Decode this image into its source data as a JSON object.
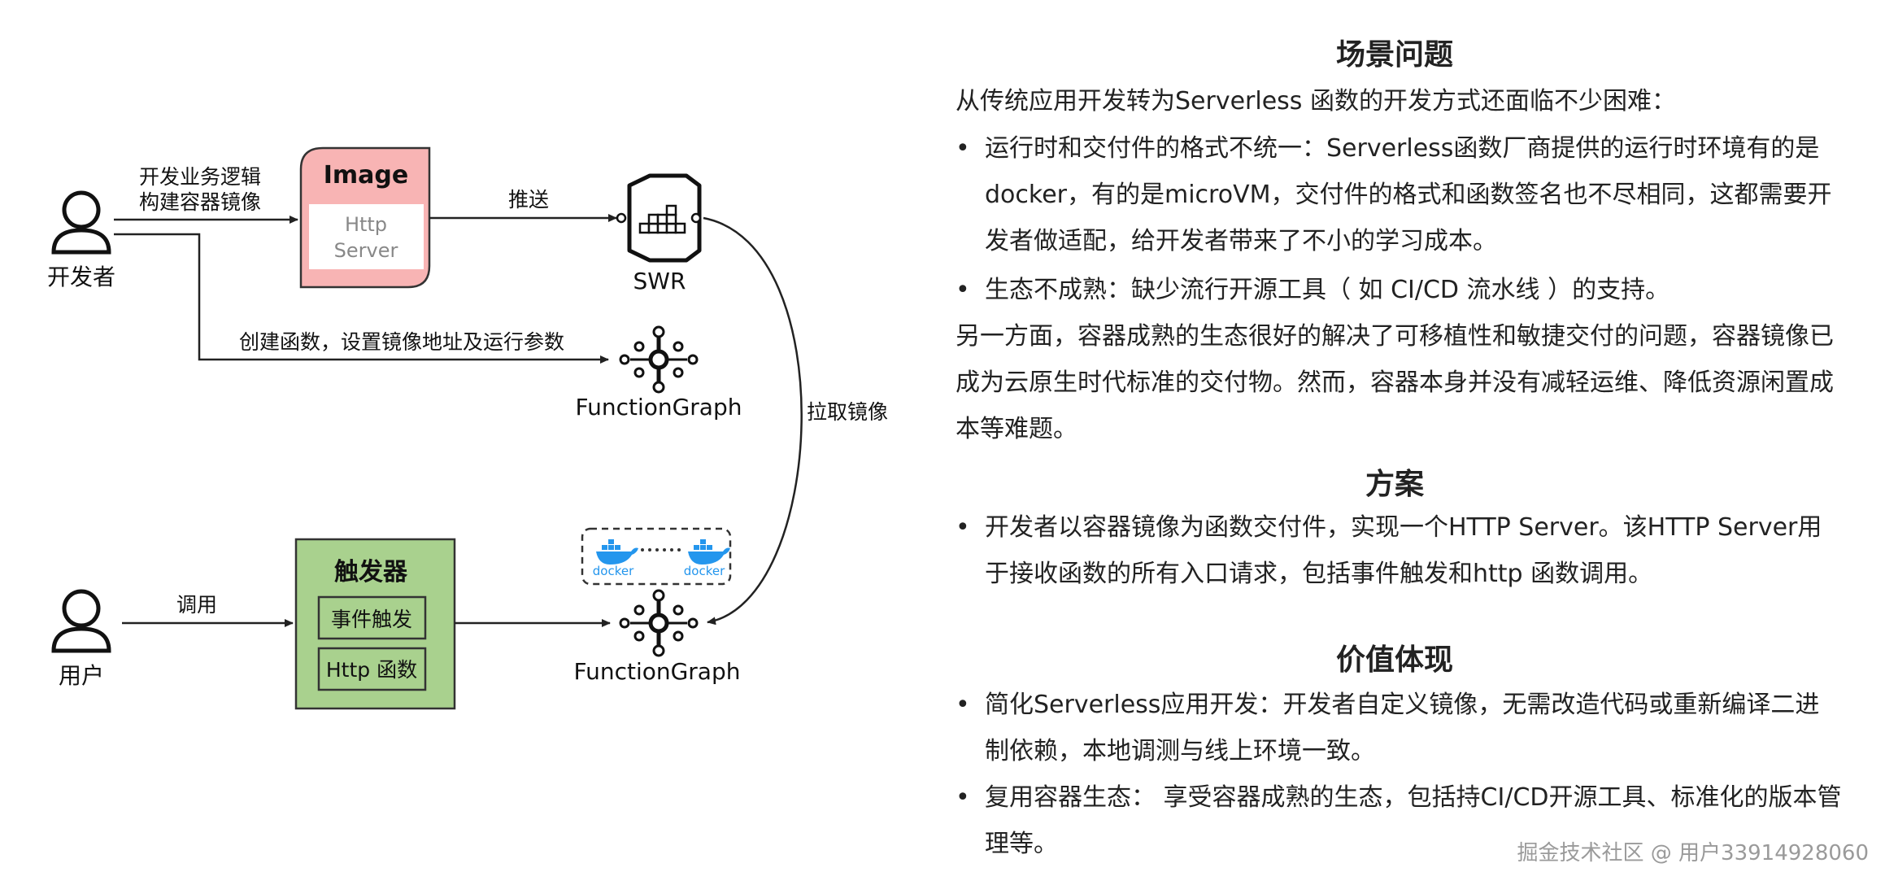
{
  "diagram": {
    "developer_label": "开发者",
    "user_label": "用户",
    "edge_build_line1": "开发业务逻辑",
    "edge_build_line2": "构建容器镜像",
    "image_box_title": "Image",
    "image_inner_line1": "Http",
    "image_inner_line2": "Server",
    "edge_push": "推送",
    "swr_label": "SWR",
    "edge_create": "创建函数，设置镜像地址及运行参数",
    "fg_top_label": "FunctionGraph",
    "edge_pull": "拉取镜像",
    "edge_invoke": "调用",
    "trigger_title": "触发器",
    "trigger_event": "事件触发",
    "trigger_http": "Http 函数",
    "docker_left": "docker",
    "docker_right": "docker",
    "fg_bottom_label": "FunctionGraph",
    "colors": {
      "image_box": "#f8b4b4",
      "trigger_box": "#a9d18e",
      "docker_blue": "#2496ed"
    }
  },
  "sections": {
    "scenario": {
      "title": "场景问题",
      "intro": "从传统应用开发转为Serverless 函数的开发方式还面临不少困难：",
      "bullets": [
        "运行时和交付件的格式不统一：Serverless函数厂商提供的运行时环境有的是docker，有的是microVM，交付件的格式和函数签名也不尽相同，这都需要开发者做适配，给开发者带来了不小的学习成本。",
        "生态不成熟：缺少流行开源工具（ 如 CI/CD 流水线 ）的支持。"
      ],
      "outro": "另一方面，容器成熟的生态很好的解决了可移植性和敏捷交付的问题，容器镜像已成为云原生时代标准的交付物。然而，容器本身并没有减轻运维、降低资源闲置成本等难题。"
    },
    "solution": {
      "title": "方案",
      "bullets": [
        "开发者以容器镜像为函数交付件，实现一个HTTP Server。该HTTP Server用于接收函数的所有入口请求，包括事件触发和http 函数调用。"
      ]
    },
    "value": {
      "title": "价值体现",
      "bullets": [
        "简化Serverless应用开发：开发者自定义镜像，无需改造代码或重新编译二进制依赖，本地调测与线上环境一致。",
        "复用容器生态： 享受容器成熟的生态，包括持CI/CD开源工具、标准化的版本管理等。"
      ]
    }
  },
  "watermark": "掘金技术社区 @ 用户33914928060"
}
